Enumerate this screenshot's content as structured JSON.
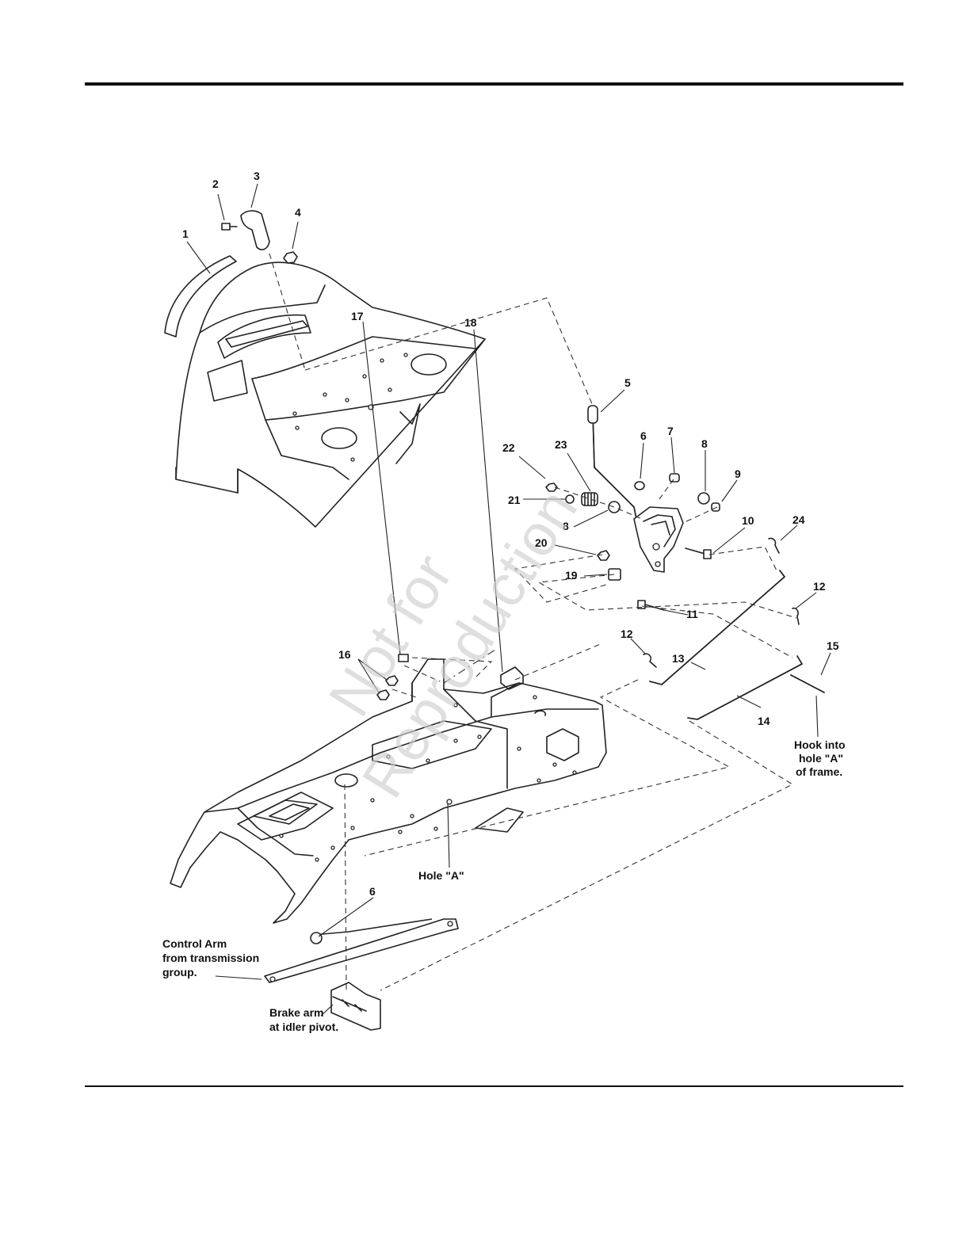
{
  "callouts": [
    {
      "id": "c1",
      "label": "1"
    },
    {
      "id": "c2",
      "label": "2"
    },
    {
      "id": "c3",
      "label": "3"
    },
    {
      "id": "c4",
      "label": "4"
    },
    {
      "id": "c5",
      "label": "5"
    },
    {
      "id": "c6a",
      "label": "6"
    },
    {
      "id": "c7",
      "label": "7"
    },
    {
      "id": "c8a",
      "label": "8"
    },
    {
      "id": "c9",
      "label": "9"
    },
    {
      "id": "c22",
      "label": "22"
    },
    {
      "id": "c23",
      "label": "23"
    },
    {
      "id": "c21",
      "label": "21"
    },
    {
      "id": "c8b",
      "label": "8"
    },
    {
      "id": "c10",
      "label": "10"
    },
    {
      "id": "c24",
      "label": "24"
    },
    {
      "id": "c20",
      "label": "20"
    },
    {
      "id": "c19",
      "label": "19"
    },
    {
      "id": "c18",
      "label": "18"
    },
    {
      "id": "c17",
      "label": "17"
    },
    {
      "id": "c11",
      "label": "11"
    },
    {
      "id": "c12a",
      "label": "12"
    },
    {
      "id": "c16",
      "label": "16"
    },
    {
      "id": "c12b",
      "label": "12"
    },
    {
      "id": "c13",
      "label": "13"
    },
    {
      "id": "c15",
      "label": "15"
    },
    {
      "id": "c14",
      "label": "14"
    },
    {
      "id": "c6b",
      "label": "6"
    }
  ],
  "notes": {
    "hook_into": [
      "Hook into",
      "hole \"A\"",
      "of frame."
    ],
    "hole_a": "Hole \"A\"",
    "control_arm": [
      "Control Arm",
      "from transmission",
      "group."
    ],
    "brake_arm": [
      "Brake arm",
      "at idler pivot."
    ]
  },
  "watermark": [
    "Not for",
    "Reproduction"
  ]
}
